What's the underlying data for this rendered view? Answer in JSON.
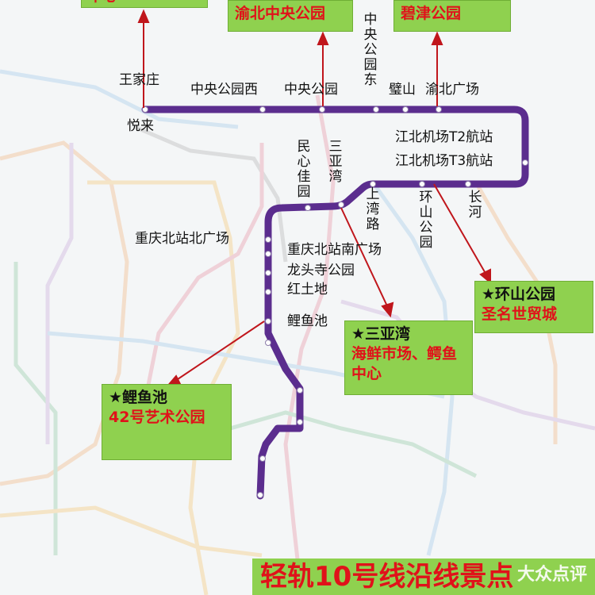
{
  "line_color": "#5b2d8e",
  "callout_color": "#c0161c",
  "stations": {
    "wangjiazhuang": "王家庄",
    "yuelai": "悦来",
    "zhongyang_xi": "中央公园西",
    "zhongyang": "中央公园",
    "zhongyang_dong": "中央公园东",
    "bishan": "璧山",
    "yubei_guangchang": "渝北广场",
    "t2": "江北机场T2航站",
    "t3": "江北机场T3航站",
    "minxin": "民心佳园",
    "sanya": "三亚湾",
    "shangwan": "上湾路",
    "huanshan": "环山公园",
    "changhe": "长河",
    "beizhan_bei": "重庆北站北广场",
    "beizhan_nan": "重庆北站南广场",
    "longtou": "龙头寺公园",
    "hongtu": "红土地",
    "liyu": "鲤鱼池"
  },
  "callouts": {
    "top_left_cut": "中心",
    "yubei_park": "渝北中央公园",
    "bijin_park": "碧津公园",
    "huanshan_title": "★环山公园",
    "huanshan_sub": "圣名世贸城",
    "sanya_title": "★三亚湾",
    "sanya_sub": "海鲜市场、鳄鱼中心",
    "liyu_title": "★鲤鱼池",
    "liyu_sub": "42号艺术公园"
  },
  "title": "轻轨10号线沿线景点",
  "watermark": "大众点评"
}
